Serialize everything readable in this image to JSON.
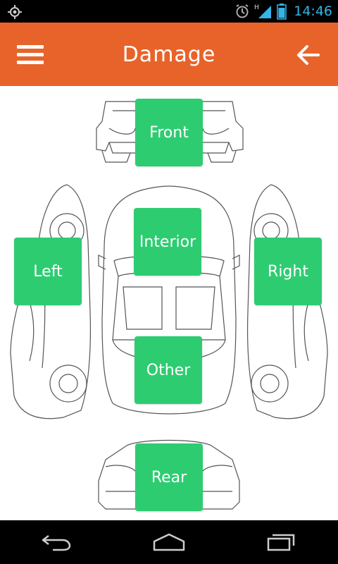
{
  "status_bar": {
    "time": "14:46",
    "icons": [
      "gps-icon",
      "alarm-icon",
      "signal-icon",
      "battery-icon"
    ],
    "time_color": "#33b5e5"
  },
  "app_bar": {
    "title": "Damage",
    "background": "#e8632a",
    "left_icon": "menu-icon",
    "right_icon": "back-arrow-icon"
  },
  "zones": {
    "front": "Front",
    "interior": "Interior",
    "left": "Left",
    "right": "Right",
    "other": "Other",
    "rear": "Rear",
    "button_color": "#2ecc71"
  },
  "nav_bar": {
    "icons": [
      "back-icon",
      "home-icon",
      "recent-apps-icon"
    ]
  }
}
